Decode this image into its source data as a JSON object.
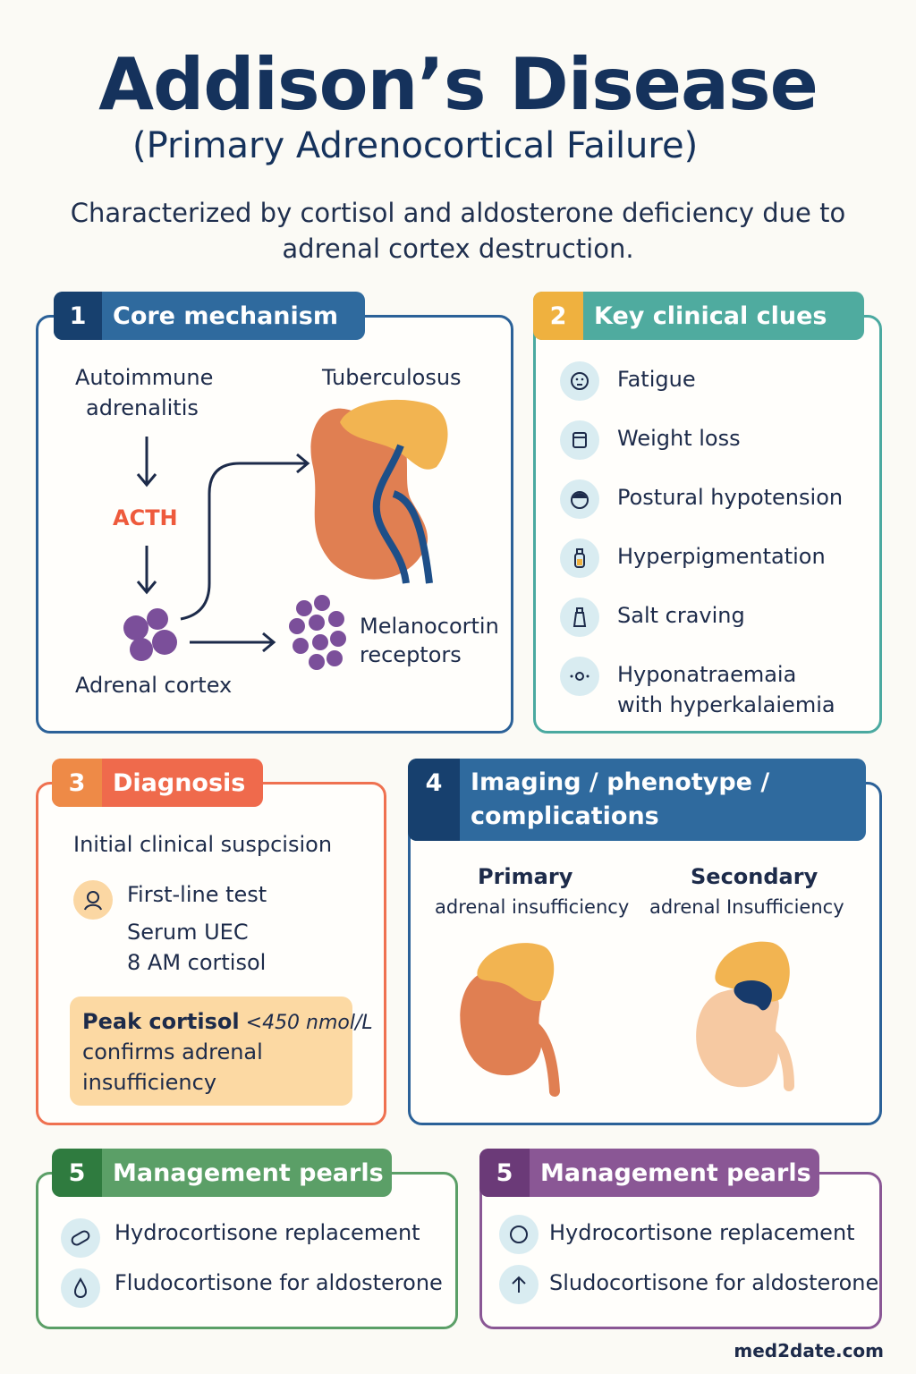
{
  "header": {
    "title": "Addison’s Disease",
    "subtitle": "(Primary Adrenocortical Failure)",
    "description": "Characterized by cortisol and aldosterone deficiency due to adrenal cortex destruction."
  },
  "section1": {
    "number": "1",
    "title": "Core mechanism",
    "autoimmune_line1": "Autoimmune",
    "autoimmune_line2": "adrenalitis",
    "tuberculosus": "Tuberculosus",
    "acth": "ACTH",
    "adrenal_cortex": "Adrenal cortex",
    "melano_line1": "Melanocortin",
    "melano_line2": "receptors"
  },
  "section2": {
    "number": "2",
    "title": "Key clinical clues",
    "items": [
      {
        "label": "Fatigue",
        "icon": "face-icon"
      },
      {
        "label": "Weight loss",
        "icon": "scale-icon"
      },
      {
        "label": "Postural hypotension",
        "icon": "head-icon"
      },
      {
        "label": "Hyperpigmentation",
        "icon": "bottle-icon"
      },
      {
        "label": "Salt craving",
        "icon": "salt-icon"
      },
      {
        "label": "Hyponatraemaia",
        "label2": "with hyperkalaiemia",
        "icon": "ion-icon"
      }
    ]
  },
  "section3": {
    "number": "3",
    "title": "Diagnosis",
    "initial": "Initial clinical suspcision",
    "first_line": "First-line test",
    "serum": "Serum UEC",
    "cortisol": "8 AM cortisol",
    "peak_bold": "Peak cortisol",
    "peak_value": " <450 nmol/L",
    "confirms1": "confirms adrenal",
    "confirms2": "insufficiency"
  },
  "section4": {
    "number": "4",
    "title_line1": "Imaging / phenotype /",
    "title_line2": "complications",
    "primary_title": "Primary",
    "primary_sub": "adrenal insufficiency",
    "secondary_title": "Secondary",
    "secondary_sub": "adrenal Insufficiency"
  },
  "section5a": {
    "number": "5",
    "title": "Management pearls",
    "item1": "Hydrocortisone replacement",
    "item2": "Fludocortisone for aldosterone"
  },
  "section5b": {
    "number": "5",
    "title": "Management pearls",
    "item1": "Hydrocortisone replacement",
    "item2": "Sludocortisone for aldosterone"
  },
  "footer": {
    "site": "med2date.com"
  },
  "colors": {
    "blue": "#24588f",
    "blue_dark": "#17406e",
    "teal": "#4aa9a0",
    "yellow": "#efb13f",
    "orange": "#ef6a4c",
    "orange_num": "#ee8a47",
    "green": "#5b9f67",
    "green_dark": "#2f7b3f",
    "purple": "#8a5795",
    "purple_dark": "#6b3a78",
    "kidney": "#e07f52",
    "gland": "#f2b451"
  }
}
